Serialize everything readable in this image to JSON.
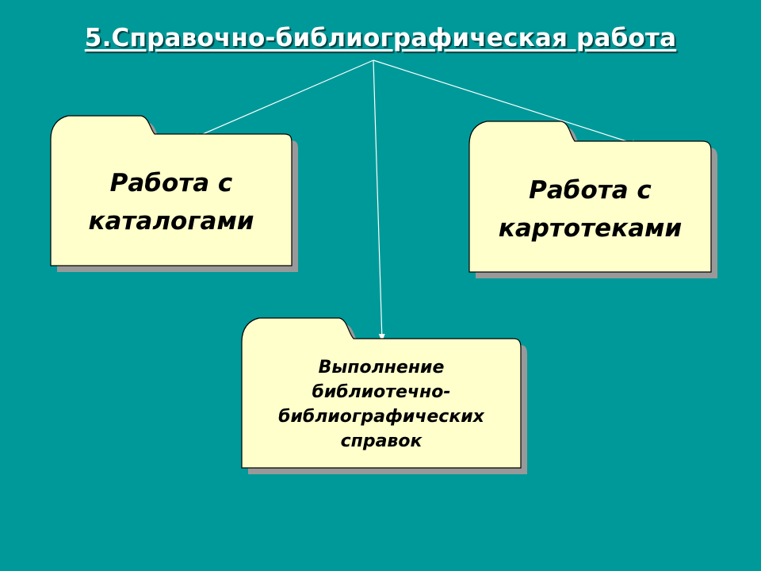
{
  "slide": {
    "title": "5.Справочно-библиографическая работа",
    "background_color": "#009999",
    "folder_color": "#ffffcc",
    "connector_color": "#ffffff"
  },
  "folders": [
    {
      "id": "catalogs",
      "label": "Работа с\nкаталогами"
    },
    {
      "id": "card-files",
      "label": "Работа с\nкартотеками"
    },
    {
      "id": "references",
      "label": "Выполнение\nбиблиотечно-\nбиблиографических\nсправок"
    }
  ]
}
